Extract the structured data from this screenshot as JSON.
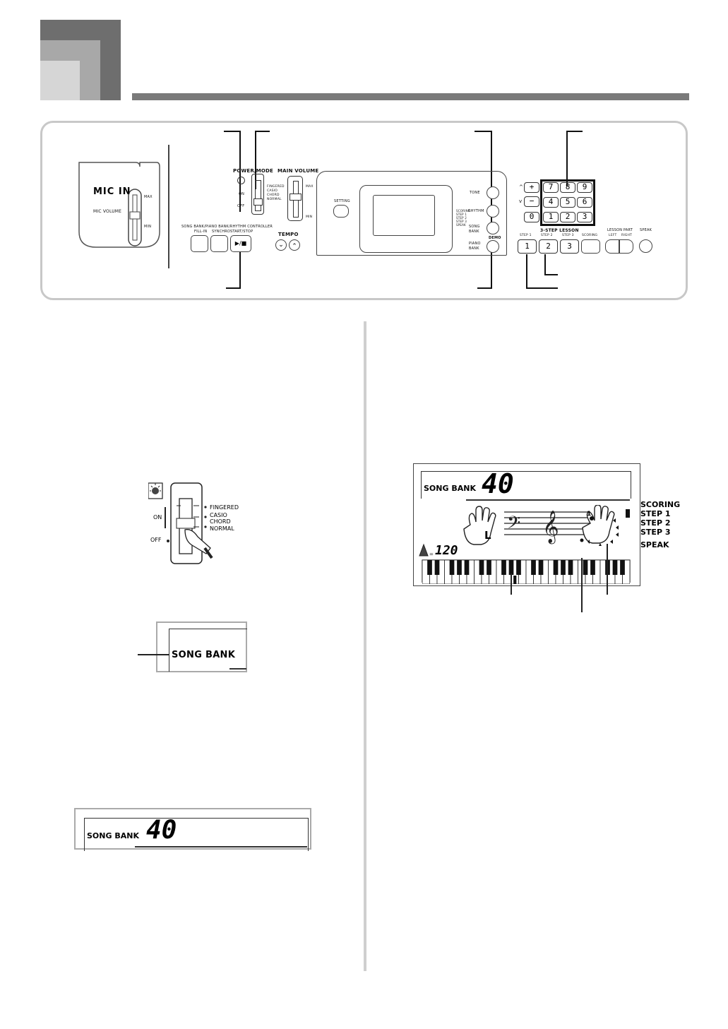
{
  "panel": {
    "mic_label": "MIC IN",
    "mic_volume": "MIC VOLUME",
    "max": "MAX",
    "min": "MIN",
    "power_mode": "POWER/MODE",
    "on": "ON",
    "off": "OFF",
    "modes": [
      "FINGERED",
      "CASIO CHORD",
      "NORMAL"
    ],
    "main_volume": "MAIN VOLUME",
    "controller": "SONG BANK/PIANO BANK/RHYTHM CONTROLLER",
    "fill_in": "FILL-IN",
    "synchro": "SYNCHRO",
    "start_stop": "START/STOP",
    "play_stop_symbol": "▶/■",
    "tempo": "TEMPO",
    "setting": "SETTING",
    "tone": "TONE",
    "rhythm": "RHYTHM",
    "song_bank": "SONG BANK",
    "piano_bank": "PIANO BANK",
    "demo": "DEMO",
    "lcd_side": [
      "SCORING",
      "STEP 1",
      "STEP 2",
      "STEP 3",
      "SPEAK"
    ],
    "plus": "+",
    "minus": "−",
    "numpad": [
      "7",
      "8",
      "9",
      "4",
      "5",
      "6",
      "0",
      "1",
      "2",
      "3"
    ],
    "lesson": "3-STEP LESSON",
    "step1": "STEP 1",
    "step2": "STEP 2",
    "step3": "STEP 3",
    "scoring": "SCORING",
    "step_keys": [
      "1",
      "2",
      "3"
    ],
    "lesson_part": "LESSON PART",
    "left": "LEFT",
    "right": "RIGHT",
    "speak": "SPEAK"
  },
  "switch_fig": {
    "modes": [
      "FINGERED",
      "CASIO",
      "CHORD",
      "NORMAL"
    ],
    "on": "ON",
    "off": "OFF"
  },
  "lcd_small": {
    "label": "SONG BANK"
  },
  "lcd_wide": {
    "label": "SONG BANK",
    "number": "40"
  },
  "lcd_big": {
    "label": "SONG BANK",
    "number": "40",
    "tempo": "120",
    "hand_letter": "L",
    "finger": "1",
    "side": [
      "SCORING",
      "STEP 1",
      "STEP 2",
      "STEP 3",
      "SPEAK"
    ]
  }
}
